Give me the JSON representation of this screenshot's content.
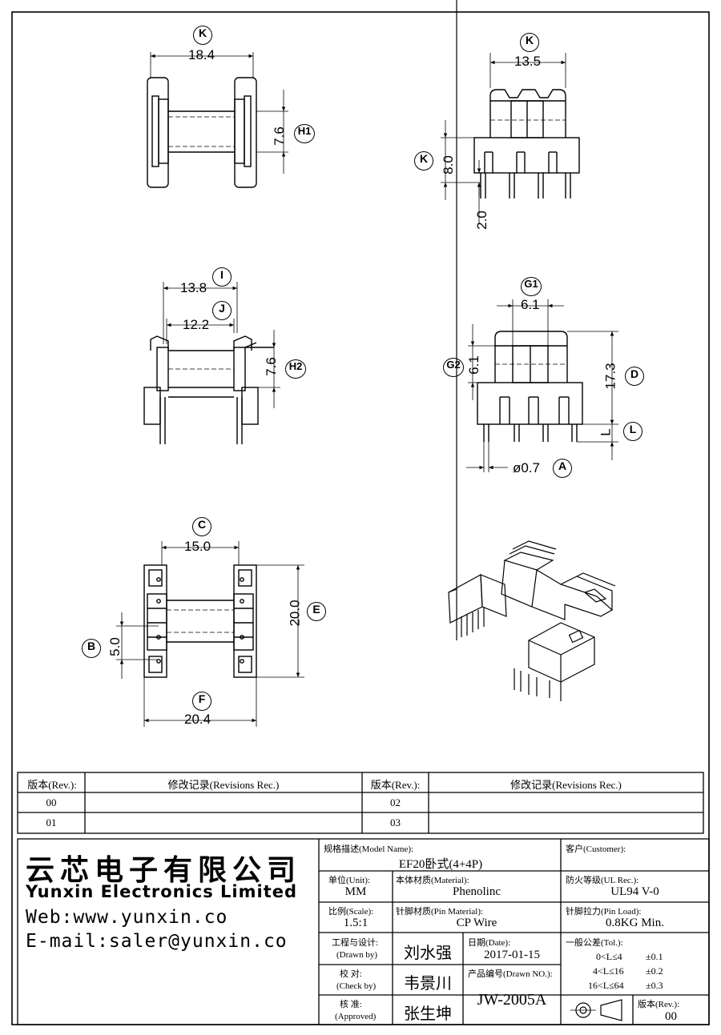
{
  "drawing": {
    "views": {
      "top": {
        "callout": "K",
        "dim": "18.4",
        "h1_callout": "H1",
        "h1_dim": "7.6"
      },
      "front": {
        "callout": "K",
        "width_dim": "13.5",
        "height_dim": "8.0",
        "pin_dim": "2.0"
      },
      "side": {
        "i_callout": "I",
        "i_dim": "13.8",
        "j_callout": "J",
        "j_dim": "12.2",
        "h2_callout": "H2",
        "h2_dim": "7.6"
      },
      "front2": {
        "g1_callout": "G1",
        "g1_dim": "6.1",
        "g2_callout": "G2",
        "g2_dim": "6.1",
        "d_callout": "D",
        "d_dim": "17.3",
        "l_callout": "L",
        "l_dim": "L",
        "a_callout": "A",
        "a_dim": "ø0.7"
      },
      "bottom": {
        "c_callout": "C",
        "c_dim": "15.0",
        "e_callout": "E",
        "e_dim": "20.0",
        "b_callout": "B",
        "b_dim": "5.0",
        "f_callout": "F",
        "f_dim": "20.4"
      }
    }
  },
  "revisions": {
    "col_rev": "版本(Rev.):",
    "col_rec": "修改记录(Revisions Rec.)",
    "rows": [
      "00",
      "01",
      "02",
      "03"
    ]
  },
  "company": {
    "name_cn": "云芯电子有限公司",
    "name_en": "Yunxin Electronics Limited",
    "web": "Web:www.yunxin.co",
    "email": "E-mail:saler@yunxin.co"
  },
  "titleblock": {
    "model_label": "规格描述(Model Name):",
    "model_value": "EF20卧式(4+4P)",
    "customer_label": "客户(Customer):",
    "unit_label": "单位(Unit):",
    "unit_value": "MM",
    "material_label": "本体材质(Material):",
    "material_value": "Phenolinc",
    "ul_label": "防火等级(UL Rec.):",
    "ul_value": "UL94 V-0",
    "scale_label": "比例(Scale):",
    "scale_value": "1.5:1",
    "pin_label": "针脚材质(Pin Material):",
    "pin_value": "CP Wire",
    "load_label": "针脚拉力(Pin Load):",
    "load_value": "0.8KG Min.",
    "drawn_label": "工程与设计:",
    "drawn_label2": "(Drawn by)",
    "drawn_value": "刘水强",
    "date_label": "日期(Date):",
    "date_value": "2017-01-15",
    "tol_label": "一般公差(Tol.):",
    "tol_rows": [
      "0<L≤4",
      "±0.1",
      "4<L≤16",
      "±0.2",
      "16<L≤64",
      "±0.3"
    ],
    "check_label": "校  对:",
    "check_label2": "(Check by)",
    "check_value": "韦景川",
    "drawn_no_label": "产品编号(Drawn NO.):",
    "drawn_no_value": "JW-2005A",
    "approved_label": "核  准:",
    "approved_label2": "(Approved)",
    "approved_value": "张生坤",
    "rev_label": "版本(Rev.):",
    "rev_value": "00"
  }
}
